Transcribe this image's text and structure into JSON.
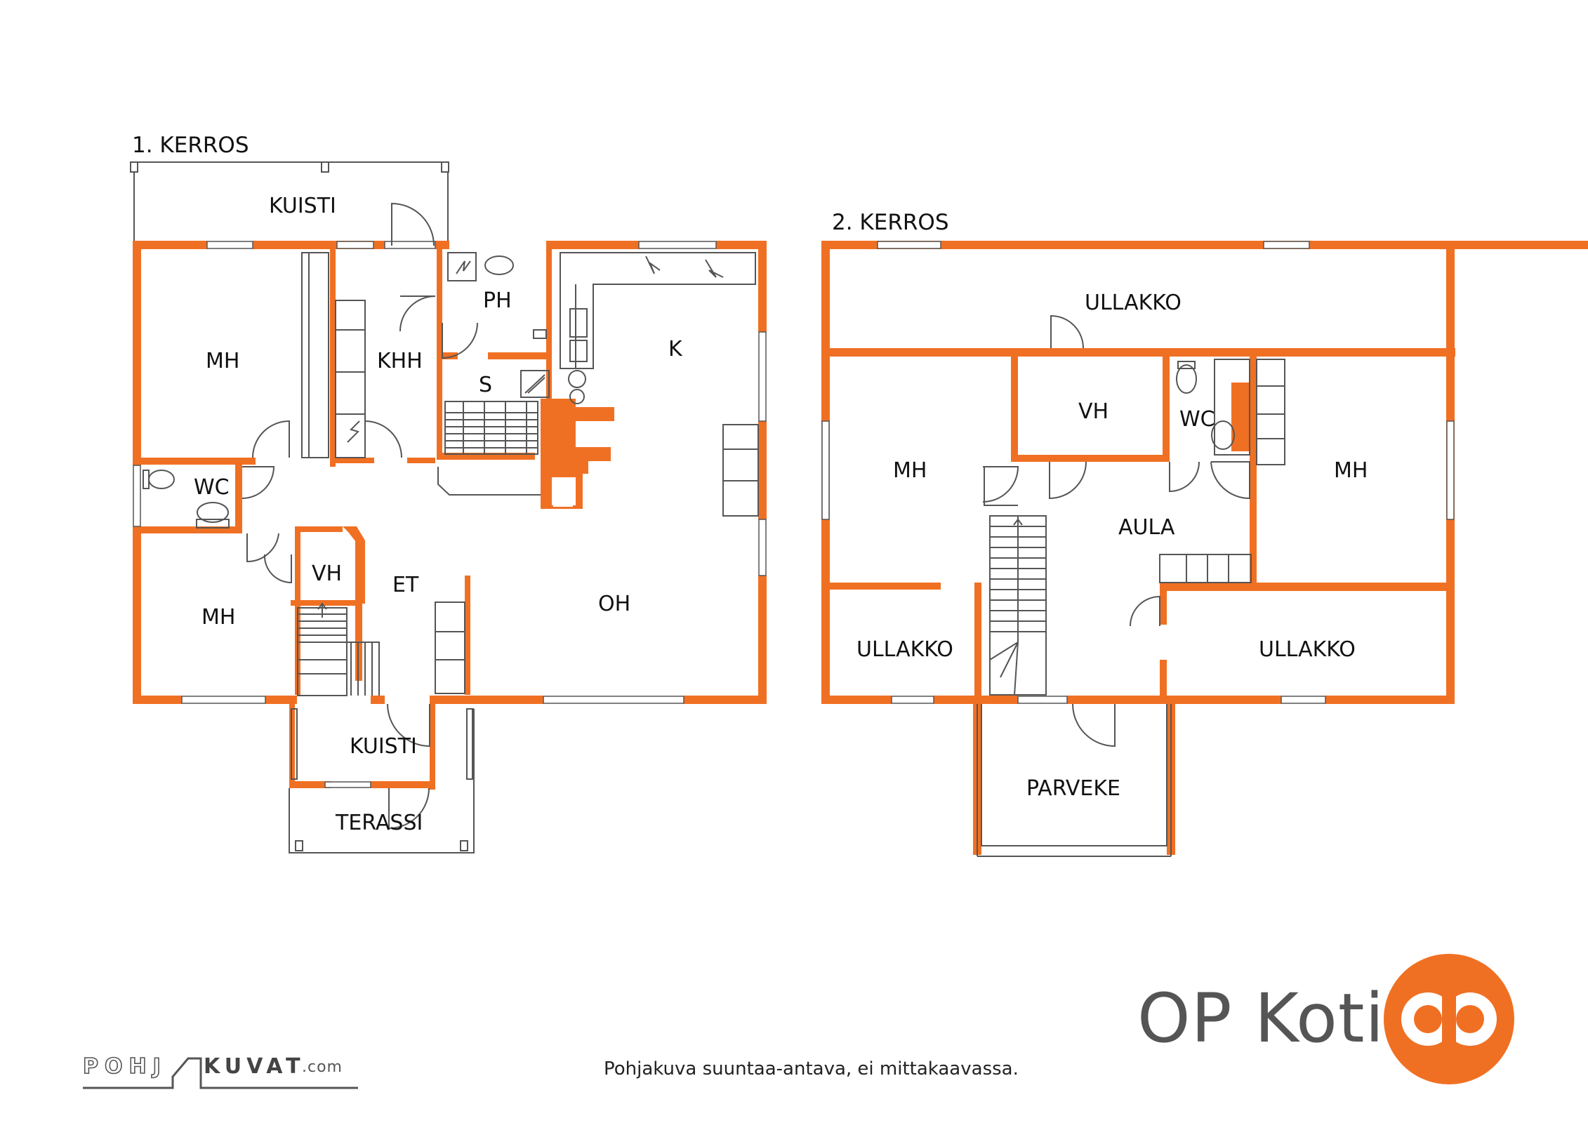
{
  "floors": {
    "first": {
      "title": "1. KERROS"
    },
    "second": {
      "title": "2. KERROS"
    }
  },
  "rooms": {
    "first": {
      "kuisti_top": "KUISTI",
      "mh_top": "MH",
      "khh": "KHH",
      "ph": "PH",
      "s": "S",
      "k": "K",
      "wc": "WC",
      "vh": "VH",
      "et": "ET",
      "oh": "OH",
      "mh_bottom": "MH",
      "kuisti_bottom": "KUISTI",
      "terassi": "TERASSI"
    },
    "second": {
      "ullakko_top": "ULLAKKO",
      "vh": "VH",
      "wc": "WC",
      "mh_left": "MH",
      "mh_right": "MH",
      "aula": "AULA",
      "ullakko_left": "ULLAKKO",
      "ullakko_right": "ULLAKKO",
      "parveke": "PARVEKE"
    }
  },
  "footer": {
    "caption": "Pohjakuva suuntaa-antava, ei mittakaavassa.",
    "brand": "OP Koti",
    "credit_left": "POHJ",
    "credit_right": "KUVAT",
    "credit_suffix": ".com"
  },
  "colors": {
    "wall": "#f07023",
    "line": "#555555",
    "text": "#111111"
  },
  "icons": {
    "logo": "op-logo-icon"
  }
}
